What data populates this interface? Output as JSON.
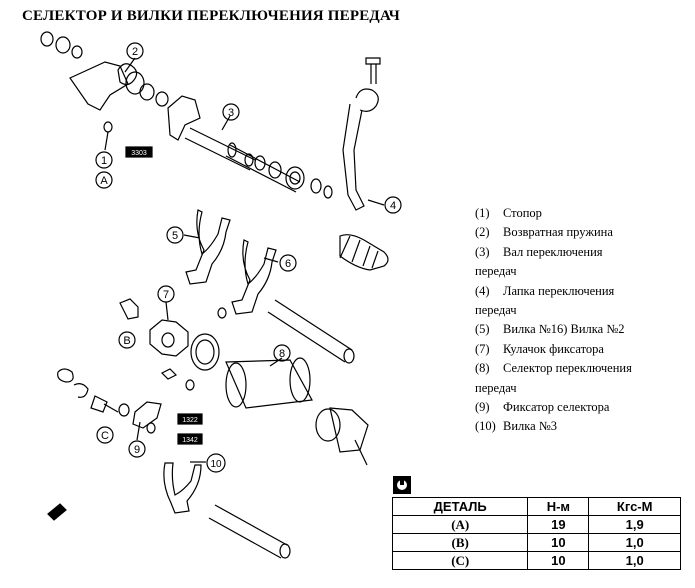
{
  "title": "СЕЛЕКТОР И ВИЛКИ ПЕРЕКЛЮЧЕНИЯ ПЕРЕДАЧ",
  "callouts": [
    "1",
    "2",
    "3",
    "4",
    "5",
    "6",
    "7",
    "8",
    "9",
    "10",
    "A",
    "B",
    "C"
  ],
  "thread_tags": [
    "3303",
    "1322",
    "1342"
  ],
  "legend": [
    {
      "num": "(1)",
      "text": "Стопор"
    },
    {
      "num": "(2)",
      "text": "Возвратная пружина"
    },
    {
      "num": "(3)",
      "text": "Вал переключения"
    },
    {
      "num": "",
      "text": "передач"
    },
    {
      "num": "(4)",
      "text": "Лапка переключения"
    },
    {
      "num": "",
      "text": "передач"
    },
    {
      "num": "(5)",
      "text": "Вилка №16)   Вилка №2"
    },
    {
      "num": "(7)",
      "text": "Кулачок фиксатора"
    },
    {
      "num": "(8)",
      "text": "Селектор переключения"
    },
    {
      "num": "",
      "text": "передач"
    },
    {
      "num": "(9)",
      "text": "Фиксатор селектора"
    },
    {
      "num": "(10)",
      "text": "Вилка №3"
    }
  ],
  "torque_table": {
    "icon": "torque-wrench-icon",
    "headers": [
      "ДЕТАЛЬ",
      "Н-м",
      "Кгс-М"
    ],
    "rows": [
      [
        "(А)",
        "19",
        "1,9"
      ],
      [
        "(В)",
        "10",
        "1,0"
      ],
      [
        "(С)",
        "10",
        "1,0"
      ]
    ]
  }
}
